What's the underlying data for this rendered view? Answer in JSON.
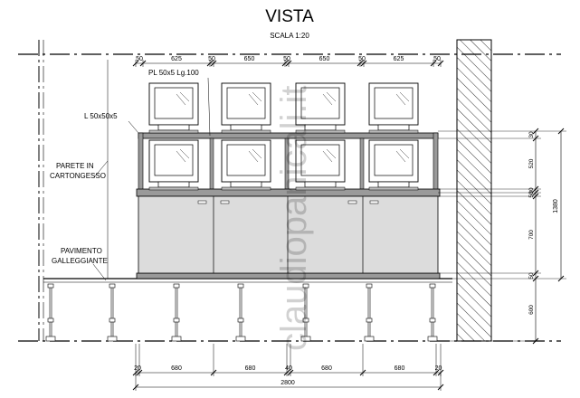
{
  "title": "VISTA",
  "scale": "SCALA 1:20",
  "watermark": "claudiopanicali.it",
  "labels": {
    "pl": "PL 50x5 Lg.100",
    "angle": "L 50x50x5",
    "wall_line1": "PARETE IN",
    "wall_line2": "CARTONGESSO",
    "floor_line1": "PAVIMENTO",
    "floor_line2": "GALLEGGIANTE"
  },
  "top_dims": [
    "50",
    "625",
    "50",
    "650",
    "50",
    "650",
    "50",
    "625",
    "50"
  ],
  "bottom_dims": [
    "20",
    "680",
    "680",
    "40",
    "680",
    "680",
    "20"
  ],
  "total_width": "2800",
  "right_dims": [
    "30",
    "520",
    "30",
    "50",
    "700",
    "50",
    "600"
  ],
  "height_total": "1380",
  "colors": {
    "cabinet": "#dcdcdc",
    "frame": "#8a8a8a",
    "line": "#000000"
  }
}
